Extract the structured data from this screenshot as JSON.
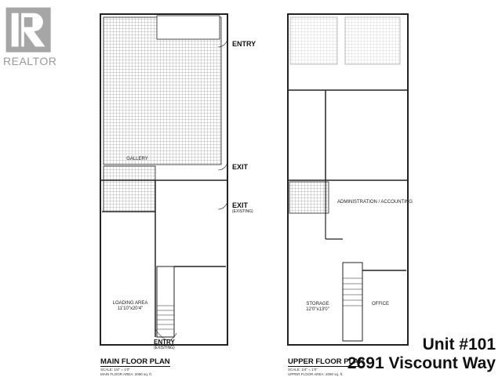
{
  "logo": {
    "text": "REALTOR",
    "color": "#a6a6a6"
  },
  "main_plan": {
    "title": "MAIN FLOOR PLAN",
    "scale": "SCALE: 1/4\" = 1'0\"",
    "area": "MAIN FLOOR AREA: 2090 sq. ft.",
    "doors": [
      {
        "label": "ENTRY",
        "sub": ""
      },
      {
        "label": "EXIT",
        "sub": ""
      },
      {
        "label": "EXIT",
        "sub": "(EXISTING)"
      },
      {
        "label": "ENTRY",
        "sub": "(EXISTING)"
      }
    ],
    "rooms": [
      {
        "name": "LOADING AREA",
        "size": "11'10\"x20'4\""
      },
      {
        "name": "GALLERY",
        "size": ""
      }
    ]
  },
  "upper_plan": {
    "title": "UPPER FLOOR PLAN",
    "scale": "SCALE: 1/4\" = 1'0\"",
    "area": "UPPER FLOOR AREA: 2090 sq. ft.",
    "rooms": [
      {
        "name": "ADMINISTRATION / ACCOUNTING",
        "size": ""
      },
      {
        "name": "STORAGE",
        "size": "12'0\"x13'0\""
      },
      {
        "name": "OFFICE",
        "size": ""
      }
    ]
  },
  "unit": "Unit #101",
  "address": "2691 Viscount Way"
}
